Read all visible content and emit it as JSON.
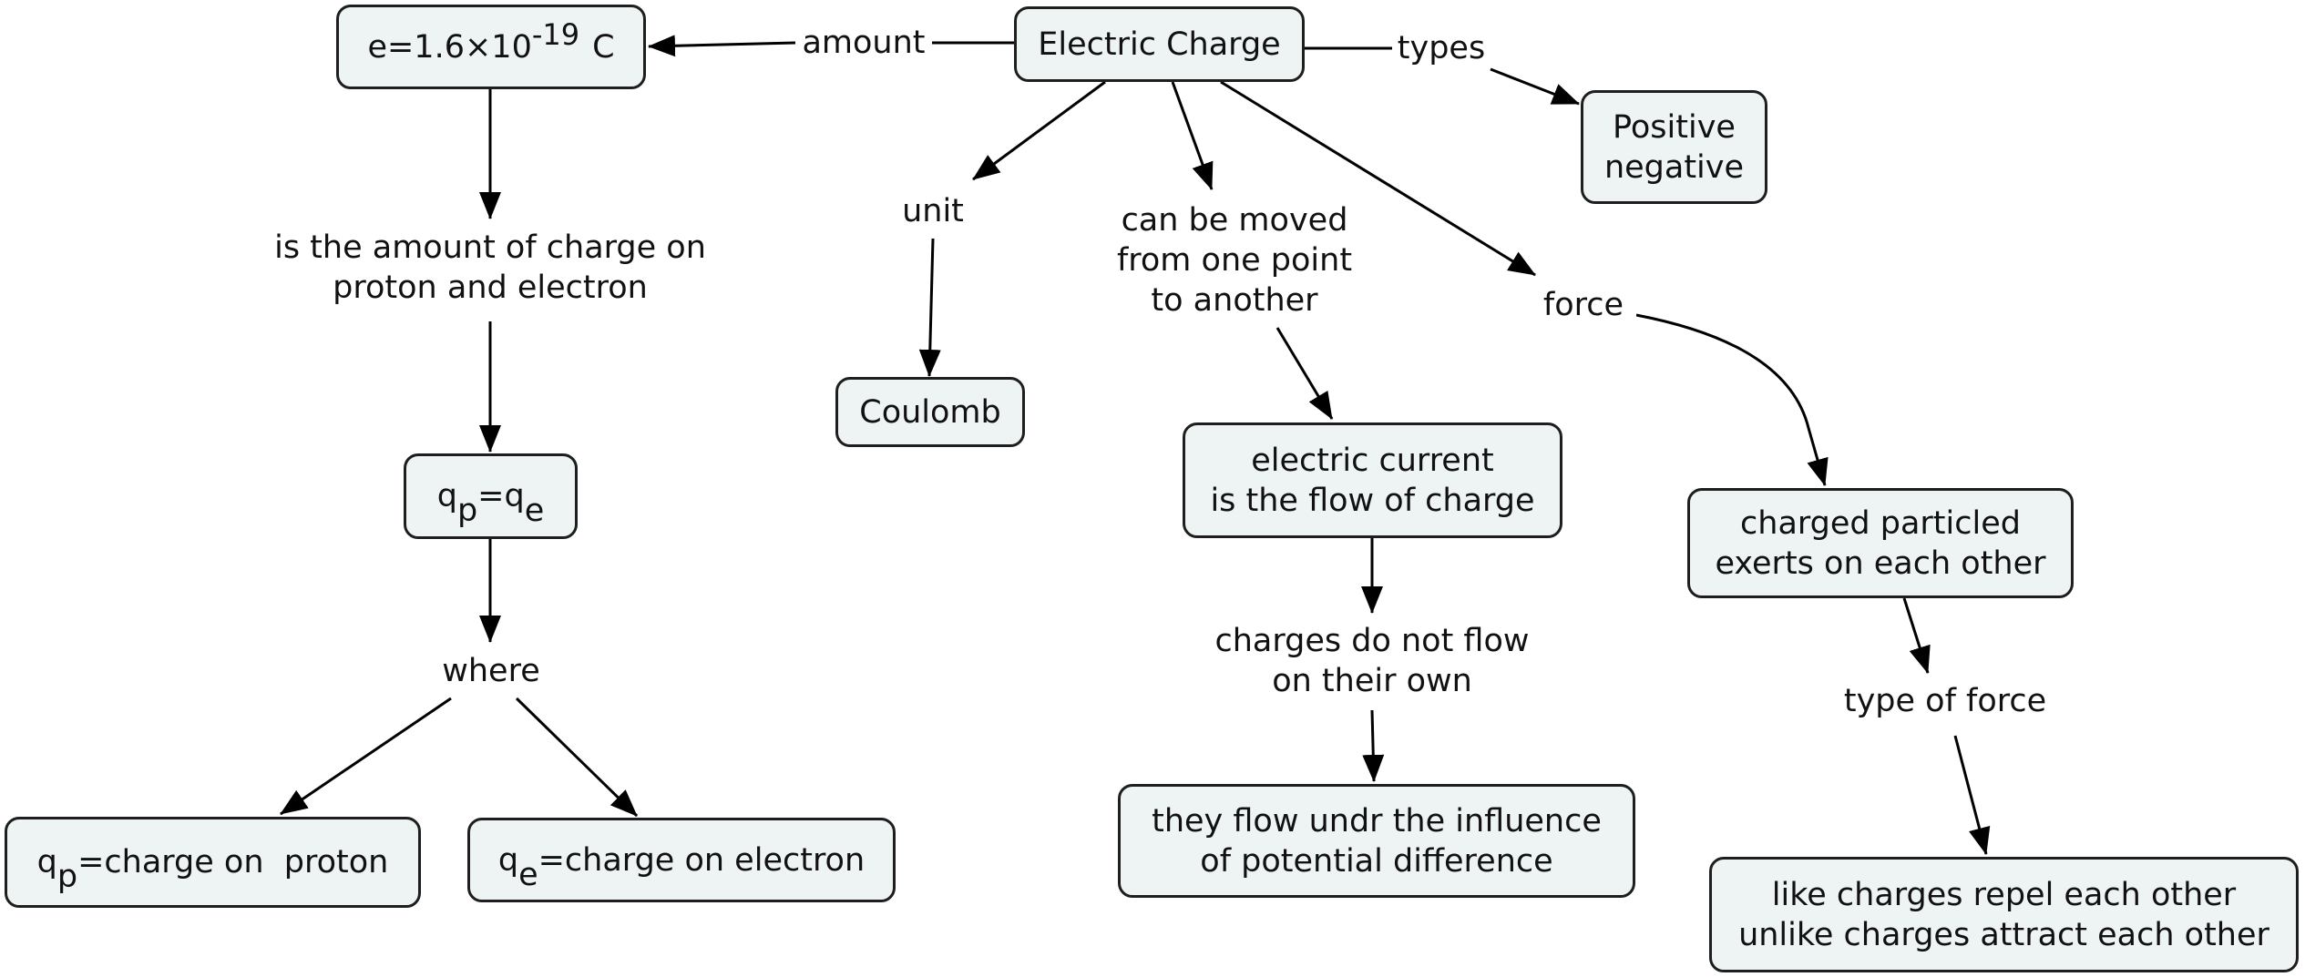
{
  "nodes": {
    "electric_charge": "Electric Charge",
    "elementary_charge": {
      "lhs": "e=1.6",
      "times": "×",
      "base": "10",
      "exponent": "-19",
      "unit": "C"
    },
    "positive_negative": {
      "line1": "Positive",
      "line2": "negative"
    },
    "coulomb": "Coulomb",
    "qp_equals_qe": {
      "q1": "q",
      "sub1": "p",
      "eq": "=",
      "q2": "q",
      "sub2": "e"
    },
    "electric_current": {
      "line1": "electric current",
      "line2": "is the flow of charge"
    },
    "charged_particles": {
      "line1": "charged particled",
      "line2": "exerts on each other"
    },
    "qp_definition": {
      "q": "q",
      "sub": "p",
      "rest": "=charge on  proton"
    },
    "qe_definition": {
      "q": "q",
      "sub": "e",
      "rest": "=charge on electron"
    },
    "potential_difference": {
      "line1": "they flow undr the influence",
      "line2": "of potential difference"
    },
    "like_unlike": {
      "line1": "like charges repel each other",
      "line2": "unlike charges attract each other"
    }
  },
  "linking_phrases": {
    "amount": "amount",
    "types": "types",
    "unit": "unit",
    "can_be_moved": {
      "line1": "can be moved",
      "line2": "from one point",
      "line3": "to another"
    },
    "force": "force",
    "amount_of_charge": {
      "line1": "is the amount of charge on",
      "line2": "proton and electron"
    },
    "where": "where",
    "do_not_flow": {
      "line1": "charges do not flow",
      "line2": "on their own"
    },
    "type_of_force": "type of force"
  },
  "colors": {
    "node_fill": "#eef3f4",
    "node_border": "#1e1e1e",
    "connector": "#000000",
    "background": "#ffffff"
  }
}
